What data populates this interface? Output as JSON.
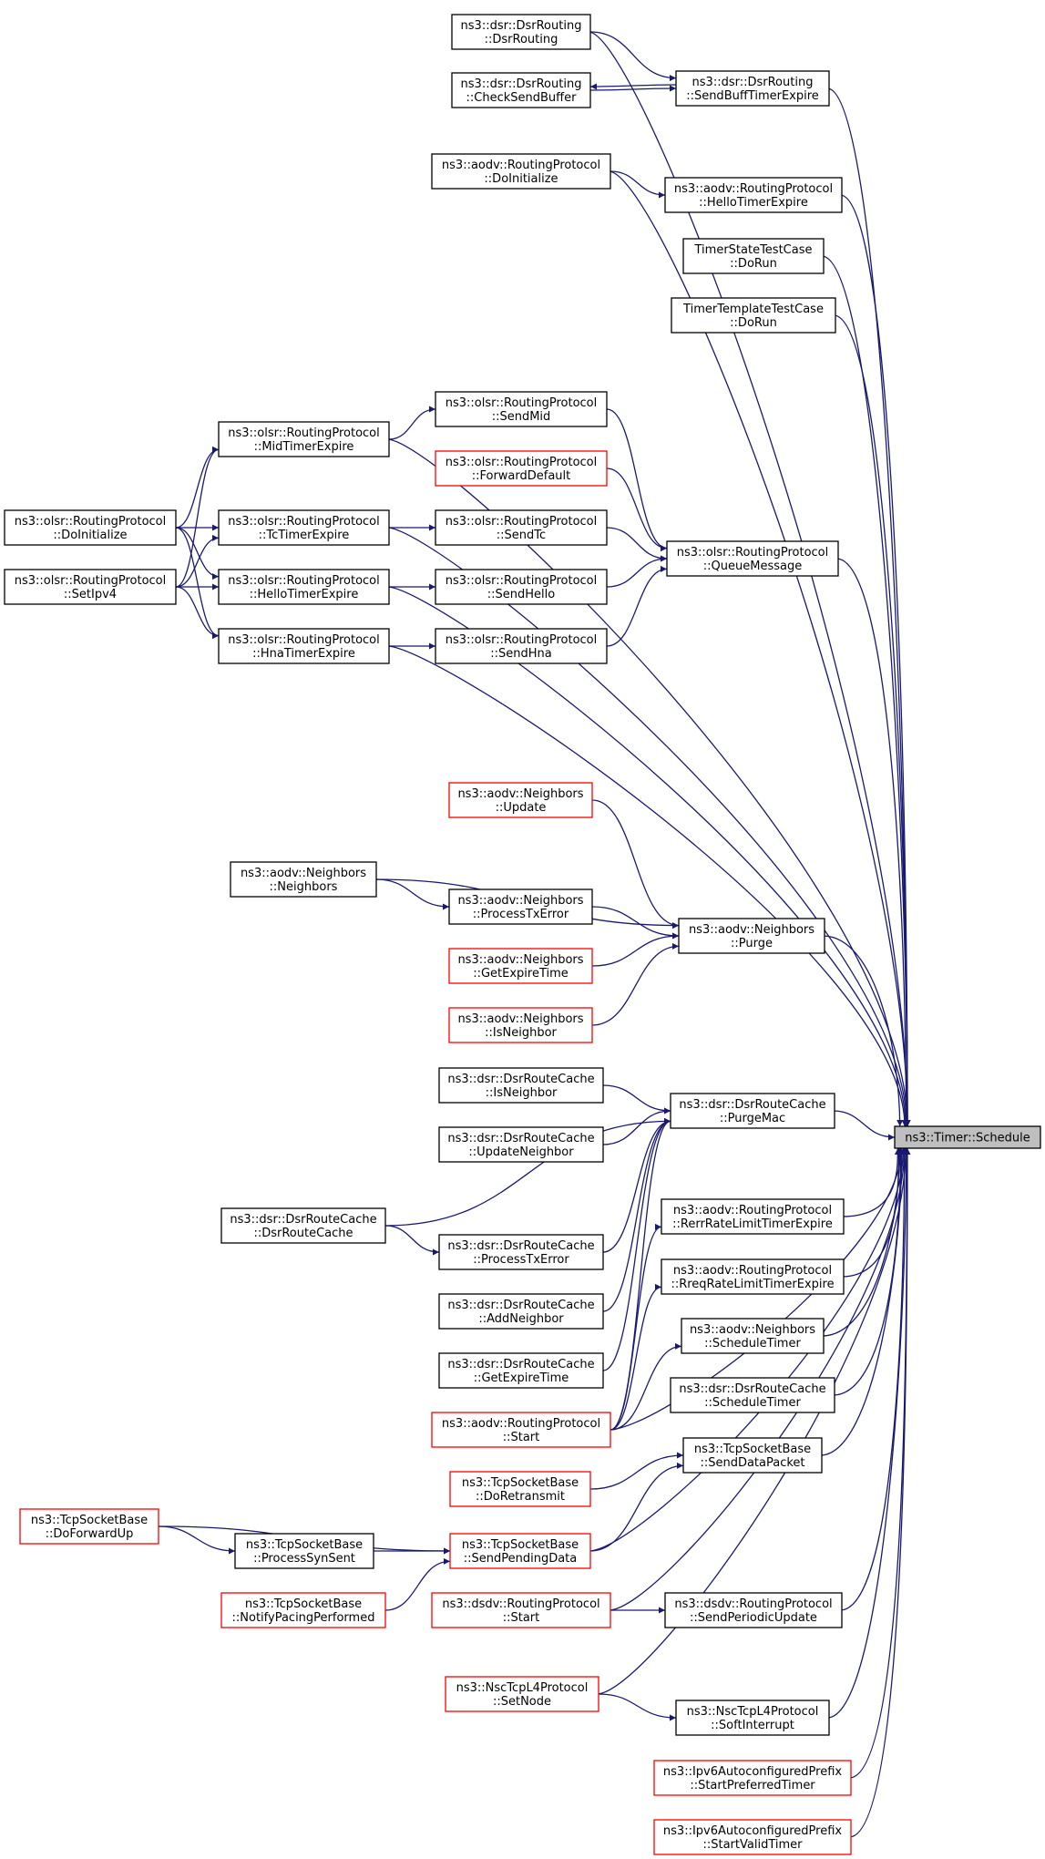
{
  "graph": {
    "target": "n_timer",
    "nodes": [
      {
        "id": "n_timer",
        "lines": [
          "ns3::Timer::Schedule"
        ],
        "border": "black",
        "highlight": true
      },
      {
        "id": "n_dsr_ctor",
        "lines": [
          "ns3::dsr::DsrRouting",
          "::DsrRouting"
        ],
        "border": "black"
      },
      {
        "id": "n_dsr_sendbuff",
        "lines": [
          "ns3::dsr::DsrRouting",
          "::SendBuffTimerExpire"
        ],
        "border": "black"
      },
      {
        "id": "n_dsr_checksend",
        "lines": [
          "ns3::dsr::DsrRouting",
          "::CheckSendBuffer"
        ],
        "border": "black"
      },
      {
        "id": "n_aodv_doinit",
        "lines": [
          "ns3::aodv::RoutingProtocol",
          "::DoInitialize"
        ],
        "border": "black"
      },
      {
        "id": "n_aodv_hello",
        "lines": [
          "ns3::aodv::RoutingProtocol",
          "::HelloTimerExpire"
        ],
        "border": "black"
      },
      {
        "id": "n_timerstate",
        "lines": [
          "TimerStateTestCase",
          "::DoRun"
        ],
        "border": "black"
      },
      {
        "id": "n_timertemplate",
        "lines": [
          "TimerTemplateTestCase",
          "::DoRun"
        ],
        "border": "black"
      },
      {
        "id": "n_olsr_mid",
        "lines": [
          "ns3::olsr::RoutingProtocol",
          "::MidTimerExpire"
        ],
        "border": "black"
      },
      {
        "id": "n_olsr_sendmid",
        "lines": [
          "ns3::olsr::RoutingProtocol",
          "::SendMid"
        ],
        "border": "black"
      },
      {
        "id": "n_olsr_fwd",
        "lines": [
          "ns3::olsr::RoutingProtocol",
          "::ForwardDefault"
        ],
        "border": "red"
      },
      {
        "id": "n_olsr_doinit",
        "lines": [
          "ns3::olsr::RoutingProtocol",
          "::DoInitialize"
        ],
        "border": "black"
      },
      {
        "id": "n_olsr_tc",
        "lines": [
          "ns3::olsr::RoutingProtocol",
          "::TcTimerExpire"
        ],
        "border": "black"
      },
      {
        "id": "n_olsr_sendtc",
        "lines": [
          "ns3::olsr::RoutingProtocol",
          "::SendTc"
        ],
        "border": "black"
      },
      {
        "id": "n_olsr_queue",
        "lines": [
          "ns3::olsr::RoutingProtocol",
          "::QueueMessage"
        ],
        "border": "black"
      },
      {
        "id": "n_olsr_setipv4",
        "lines": [
          "ns3::olsr::RoutingProtocol",
          "::SetIpv4"
        ],
        "border": "black"
      },
      {
        "id": "n_olsr_hello",
        "lines": [
          "ns3::olsr::RoutingProtocol",
          "::HelloTimerExpire"
        ],
        "border": "black"
      },
      {
        "id": "n_olsr_sendhello",
        "lines": [
          "ns3::olsr::RoutingProtocol",
          "::SendHello"
        ],
        "border": "black"
      },
      {
        "id": "n_olsr_hna",
        "lines": [
          "ns3::olsr::RoutingProtocol",
          "::HnaTimerExpire"
        ],
        "border": "black"
      },
      {
        "id": "n_olsr_sendhna",
        "lines": [
          "ns3::olsr::RoutingProtocol",
          "::SendHna"
        ],
        "border": "black"
      },
      {
        "id": "n_nb_update",
        "lines": [
          "ns3::aodv::Neighbors",
          "::Update"
        ],
        "border": "red"
      },
      {
        "id": "n_nb_ctor",
        "lines": [
          "ns3::aodv::Neighbors",
          "::Neighbors"
        ],
        "border": "black"
      },
      {
        "id": "n_nb_ptx",
        "lines": [
          "ns3::aodv::Neighbors",
          "::ProcessTxError"
        ],
        "border": "black"
      },
      {
        "id": "n_nb_purge",
        "lines": [
          "ns3::aodv::Neighbors",
          "::Purge"
        ],
        "border": "black"
      },
      {
        "id": "n_nb_getexp",
        "lines": [
          "ns3::aodv::Neighbors",
          "::GetExpireTime"
        ],
        "border": "red"
      },
      {
        "id": "n_nb_isnb",
        "lines": [
          "ns3::aodv::Neighbors",
          "::IsNeighbor"
        ],
        "border": "red"
      },
      {
        "id": "n_rc_isnb",
        "lines": [
          "ns3::dsr::DsrRouteCache",
          "::IsNeighbor"
        ],
        "border": "black"
      },
      {
        "id": "n_rc_purgemac",
        "lines": [
          "ns3::dsr::DsrRouteCache",
          "::PurgeMac"
        ],
        "border": "black"
      },
      {
        "id": "n_rc_updnb",
        "lines": [
          "ns3::dsr::DsrRouteCache",
          "::UpdateNeighbor"
        ],
        "border": "black"
      },
      {
        "id": "n_rc_ctor",
        "lines": [
          "ns3::dsr::DsrRouteCache",
          "::DsrRouteCache"
        ],
        "border": "black"
      },
      {
        "id": "n_rc_ptx",
        "lines": [
          "ns3::dsr::DsrRouteCache",
          "::ProcessTxError"
        ],
        "border": "black"
      },
      {
        "id": "n_aodv_rerr",
        "lines": [
          "ns3::aodv::RoutingProtocol",
          "::RerrRateLimitTimerExpire"
        ],
        "border": "black"
      },
      {
        "id": "n_rc_addnb",
        "lines": [
          "ns3::dsr::DsrRouteCache",
          "::AddNeighbor"
        ],
        "border": "black"
      },
      {
        "id": "n_aodv_rreq",
        "lines": [
          "ns3::aodv::RoutingProtocol",
          "::RreqRateLimitTimerExpire"
        ],
        "border": "black"
      },
      {
        "id": "n_rc_getexp",
        "lines": [
          "ns3::dsr::DsrRouteCache",
          "::GetExpireTime"
        ],
        "border": "black"
      },
      {
        "id": "n_nb_sched",
        "lines": [
          "ns3::aodv::Neighbors",
          "::ScheduleTimer"
        ],
        "border": "black"
      },
      {
        "id": "n_aodv_start",
        "lines": [
          "ns3::aodv::RoutingProtocol",
          "::Start"
        ],
        "border": "red"
      },
      {
        "id": "n_rc_sched",
        "lines": [
          "ns3::dsr::DsrRouteCache",
          "::ScheduleTimer"
        ],
        "border": "black"
      },
      {
        "id": "n_tcp_senddata",
        "lines": [
          "ns3::TcpSocketBase",
          "::SendDataPacket"
        ],
        "border": "black"
      },
      {
        "id": "n_tcp_doretx",
        "lines": [
          "ns3::TcpSocketBase",
          "::DoRetransmit"
        ],
        "border": "red"
      },
      {
        "id": "n_tcp_dofwd",
        "lines": [
          "ns3::TcpSocketBase",
          "::DoForwardUp"
        ],
        "border": "red"
      },
      {
        "id": "n_tcp_synsent",
        "lines": [
          "ns3::TcpSocketBase",
          "::ProcessSynSent"
        ],
        "border": "black"
      },
      {
        "id": "n_tcp_sendpend",
        "lines": [
          "ns3::TcpSocketBase",
          "::SendPendingData"
        ],
        "border": "red"
      },
      {
        "id": "n_tcp_pacing",
        "lines": [
          "ns3::TcpSocketBase",
          "::NotifyPacingPerformed"
        ],
        "border": "red"
      },
      {
        "id": "n_dsdv_start",
        "lines": [
          "ns3::dsdv::RoutingProtocol",
          "::Start"
        ],
        "border": "red"
      },
      {
        "id": "n_dsdv_periodic",
        "lines": [
          "ns3::dsdv::RoutingProtocol",
          "::SendPeriodicUpdate"
        ],
        "border": "black"
      },
      {
        "id": "n_nsc_setnode",
        "lines": [
          "ns3::NscTcpL4Protocol",
          "::SetNode"
        ],
        "border": "red"
      },
      {
        "id": "n_nsc_softint",
        "lines": [
          "ns3::NscTcpL4Protocol",
          "::SoftInterrupt"
        ],
        "border": "black"
      },
      {
        "id": "n_ipv6_pref",
        "lines": [
          "ns3::Ipv6AutoconfiguredPrefix",
          "::StartPreferredTimer"
        ],
        "border": "red"
      },
      {
        "id": "n_ipv6_valid",
        "lines": [
          "ns3::Ipv6AutoconfiguredPrefix",
          "::StartValidTimer"
        ],
        "border": "red"
      }
    ],
    "edges": [
      [
        "n_dsr_ctor",
        "n_timer"
      ],
      [
        "n_dsr_ctor",
        "n_dsr_sendbuff"
      ],
      [
        "n_dsr_sendbuff",
        "n_timer"
      ],
      [
        "n_dsr_sendbuff",
        "n_dsr_checksend"
      ],
      [
        "n_dsr_checksend",
        "n_dsr_sendbuff"
      ],
      [
        "n_aodv_doinit",
        "n_timer"
      ],
      [
        "n_aodv_doinit",
        "n_aodv_hello"
      ],
      [
        "n_aodv_hello",
        "n_timer"
      ],
      [
        "n_timerstate",
        "n_timer"
      ],
      [
        "n_timertemplate",
        "n_timer"
      ],
      [
        "n_olsr_mid",
        "n_timer"
      ],
      [
        "n_olsr_mid",
        "n_olsr_sendmid"
      ],
      [
        "n_olsr_sendmid",
        "n_olsr_queue"
      ],
      [
        "n_olsr_fwd",
        "n_olsr_queue"
      ],
      [
        "n_olsr_doinit",
        "n_olsr_mid"
      ],
      [
        "n_olsr_doinit",
        "n_olsr_tc"
      ],
      [
        "n_olsr_doinit",
        "n_olsr_hello"
      ],
      [
        "n_olsr_doinit",
        "n_olsr_hna"
      ],
      [
        "n_olsr_setipv4",
        "n_olsr_mid"
      ],
      [
        "n_olsr_setipv4",
        "n_olsr_tc"
      ],
      [
        "n_olsr_setipv4",
        "n_olsr_hello"
      ],
      [
        "n_olsr_setipv4",
        "n_olsr_hna"
      ],
      [
        "n_olsr_tc",
        "n_timer"
      ],
      [
        "n_olsr_tc",
        "n_olsr_sendtc"
      ],
      [
        "n_olsr_sendtc",
        "n_olsr_queue"
      ],
      [
        "n_olsr_hello",
        "n_timer"
      ],
      [
        "n_olsr_hello",
        "n_olsr_sendhello"
      ],
      [
        "n_olsr_sendhello",
        "n_olsr_queue"
      ],
      [
        "n_olsr_hna",
        "n_timer"
      ],
      [
        "n_olsr_hna",
        "n_olsr_sendhna"
      ],
      [
        "n_olsr_sendhna",
        "n_olsr_queue"
      ],
      [
        "n_olsr_queue",
        "n_timer"
      ],
      [
        "n_nb_update",
        "n_nb_purge"
      ],
      [
        "n_nb_ctor",
        "n_nb_purge"
      ],
      [
        "n_nb_ctor",
        "n_nb_ptx"
      ],
      [
        "n_nb_ptx",
        "n_nb_purge"
      ],
      [
        "n_nb_getexp",
        "n_nb_purge"
      ],
      [
        "n_nb_isnb",
        "n_nb_purge"
      ],
      [
        "n_nb_purge",
        "n_timer"
      ],
      [
        "n_rc_isnb",
        "n_rc_purgemac"
      ],
      [
        "n_rc_updnb",
        "n_rc_purgemac"
      ],
      [
        "n_rc_ctor",
        "n_rc_purgemac"
      ],
      [
        "n_rc_ctor",
        "n_rc_ptx"
      ],
      [
        "n_rc_ptx",
        "n_rc_purgemac"
      ],
      [
        "n_rc_addnb",
        "n_rc_purgemac"
      ],
      [
        "n_rc_getexp",
        "n_rc_purgemac"
      ],
      [
        "n_rc_purgemac",
        "n_timer"
      ],
      [
        "n_aodv_start",
        "n_rc_purgemac"
      ],
      [
        "n_aodv_start",
        "n_timer"
      ],
      [
        "n_aodv_start",
        "n_aodv_rerr"
      ],
      [
        "n_aodv_start",
        "n_aodv_rreq"
      ],
      [
        "n_aodv_start",
        "n_nb_sched"
      ],
      [
        "n_aodv_rerr",
        "n_timer"
      ],
      [
        "n_aodv_rreq",
        "n_timer"
      ],
      [
        "n_nb_sched",
        "n_timer"
      ],
      [
        "n_rc_sched",
        "n_timer"
      ],
      [
        "n_tcp_senddata",
        "n_timer"
      ],
      [
        "n_tcp_doretx",
        "n_tcp_senddata"
      ],
      [
        "n_tcp_sendpend",
        "n_tcp_senddata"
      ],
      [
        "n_tcp_sendpend",
        "n_timer"
      ],
      [
        "n_tcp_dofwd",
        "n_tcp_sendpend"
      ],
      [
        "n_tcp_dofwd",
        "n_tcp_synsent"
      ],
      [
        "n_tcp_synsent",
        "n_tcp_sendpend"
      ],
      [
        "n_tcp_pacing",
        "n_tcp_sendpend"
      ],
      [
        "n_dsdv_start",
        "n_timer"
      ],
      [
        "n_dsdv_start",
        "n_dsdv_periodic"
      ],
      [
        "n_dsdv_periodic",
        "n_timer"
      ],
      [
        "n_nsc_setnode",
        "n_timer"
      ],
      [
        "n_nsc_setnode",
        "n_nsc_softint"
      ],
      [
        "n_nsc_softint",
        "n_timer"
      ],
      [
        "n_ipv6_pref",
        "n_timer"
      ],
      [
        "n_ipv6_valid",
        "n_timer"
      ]
    ]
  }
}
